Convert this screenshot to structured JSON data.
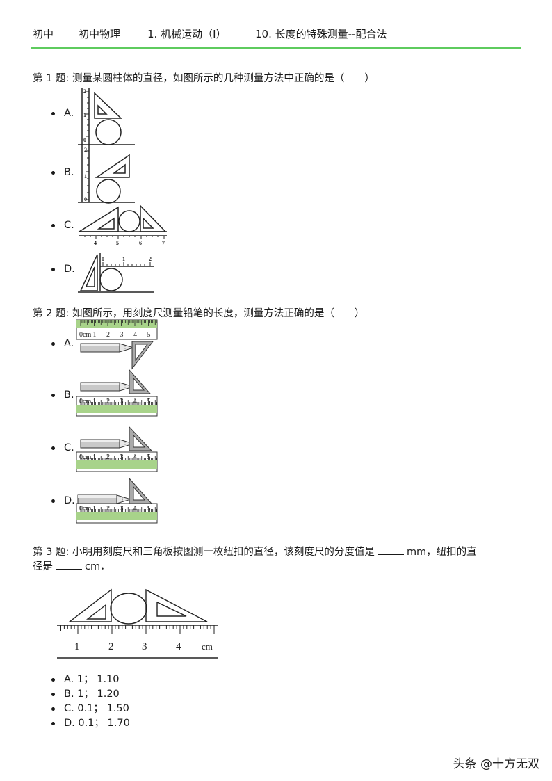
{
  "breadcrumb": [
    "初中",
    "初中物理",
    "1. 机械运动（I）",
    "10. 长度的特殊测量--配合法"
  ],
  "q1": {
    "text": "第 1 题: 测量某圆柱体的直径，如图所示的几种测量方法中正确的是（　　）",
    "options": [
      "A.",
      "B.",
      "C.",
      "D."
    ],
    "figA_ticks": [
      "2",
      "1",
      "0"
    ],
    "figB_ticks": [
      "2",
      "1",
      "0"
    ],
    "figC_ticks": [
      "4",
      "5",
      "6",
      "7"
    ],
    "figD_ticks": [
      "0",
      "1",
      "2"
    ]
  },
  "q2": {
    "text": "第 2 题: 如图所示，用刻度尺测量铅笔的长度，测量方法正确的是（　　）",
    "options": [
      "A.",
      "B.",
      "C.",
      "D."
    ],
    "ruler_labels": [
      "0cm",
      "1",
      "2",
      "3",
      "4",
      "5"
    ]
  },
  "q3": {
    "text_a": "第 3 题: 小明用刻度尺和三角板按图测一枚纽扣的直径，该刻度尺的分度值是",
    "text_b": "mm，纽扣的直",
    "text_c": "径是",
    "text_d": "cm．",
    "fig_ticks": [
      "1",
      "2",
      "3",
      "4"
    ],
    "fig_unit": "cm",
    "choices": [
      "A. 1； 1.10",
      "B. 1； 1.20",
      "C. 0.1； 1.50",
      "D. 0.1； 1.70"
    ]
  },
  "watermark": "头条 @十方无双"
}
